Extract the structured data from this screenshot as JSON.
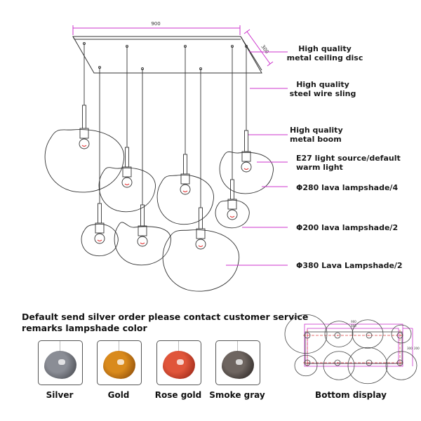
{
  "dimensions": {
    "length": "900",
    "width": "300"
  },
  "callouts": [
    {
      "id": "ceiling-disc",
      "text": "High quality\nmetal ceiling disc"
    },
    {
      "id": "wire-sling",
      "text": "High quality\nsteel wire sling"
    },
    {
      "id": "metal-boom",
      "text": "High quality\nmetal boom"
    },
    {
      "id": "light-source",
      "text": "E27 light source/default\nwarm light"
    },
    {
      "id": "shade-280",
      "text": "Φ280 lava lampshade/4"
    },
    {
      "id": "shade-200",
      "text": "Φ200 lava lampshade/2"
    },
    {
      "id": "shade-380",
      "text": "Φ380 Lava Lampshade/2"
    }
  ],
  "note": "Default send silver order please contact customer service\nremarks lampshade color",
  "colors": [
    {
      "name": "Silver",
      "swatch": "#8a8d95",
      "dark": "#3a3c42"
    },
    {
      "name": "Gold",
      "swatch": "#d98a1c",
      "dark": "#7a3d05"
    },
    {
      "name": "Rose gold",
      "swatch": "#e0553a",
      "dark": "#8a1d10"
    },
    {
      "name": "Smoke gray",
      "swatch": "#6e6560",
      "dark": "#1f1a18"
    }
  ],
  "bottom_display": {
    "title": "Bottom display",
    "dim_top_1": "900",
    "dim_top_2": "800",
    "dim_side_1": "300",
    "dim_side_2": "200"
  },
  "accent_color": "#cc33cc",
  "bulb_filament_color": "#e02020"
}
